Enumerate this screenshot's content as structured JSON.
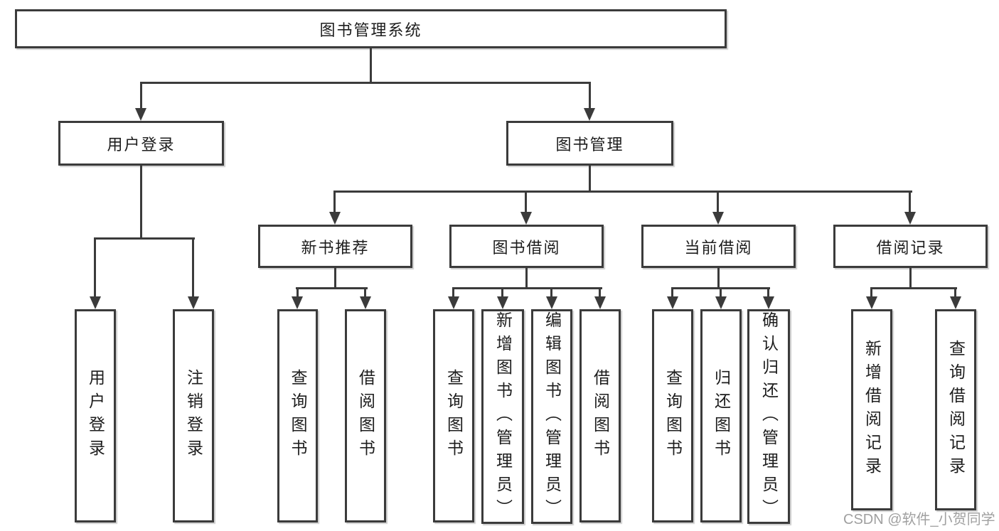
{
  "colors": {
    "line": "#3b3b3b",
    "text": "#1d1d1d",
    "watermark_text": "#a0a0a0",
    "background": "#ffffff"
  },
  "nodes": {
    "root": "图书管理系统",
    "user_login": "用户登录",
    "book_mgmt": "图书管理",
    "new_books": "新书推荐",
    "book_borrow": "图书借阅",
    "current_borrow": "当前借阅",
    "borrow_records": "借阅记录"
  },
  "leaves": {
    "user_login": [
      "用户登录",
      "注销登录"
    ],
    "new_books": [
      "查询图书",
      "借阅图书"
    ],
    "book_borrow": [
      "查询图书",
      "新增图书（管理员）",
      "编辑图书（管理员）",
      "借阅图书"
    ],
    "current_borrow": [
      "查询图书",
      "归还图书",
      "确认归还（管理员）"
    ],
    "borrow_records": [
      "新增借阅记录",
      "查询借阅记录"
    ]
  },
  "watermark": "CSDN @软件_小贺同学"
}
